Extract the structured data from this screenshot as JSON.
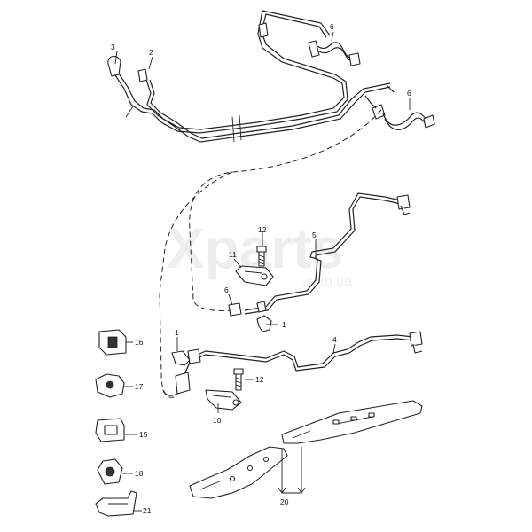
{
  "watermark": {
    "text": "Xparts",
    "sub": ".com.ua"
  },
  "callouts": {
    "c1a": "1",
    "c1b": "1",
    "c2": "2",
    "c3": "3",
    "c4": "4",
    "c5": "5",
    "c6a": "6",
    "c6b": "6",
    "c6c": "6",
    "c10": "10",
    "c11": "11",
    "c12a": "12",
    "c12b": "12",
    "c15": "15",
    "c16": "16",
    "c17": "17",
    "c18": "18",
    "c20": "20",
    "c21": "21"
  }
}
